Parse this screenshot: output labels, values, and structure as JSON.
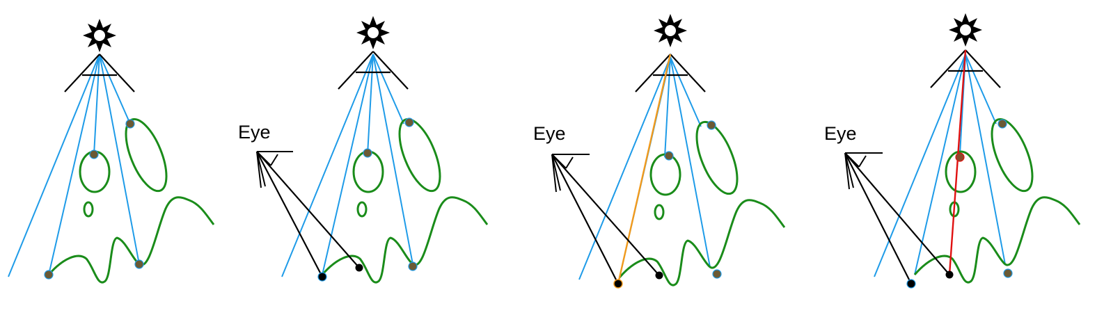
{
  "colors": {
    "light_ray": "#1e9be8",
    "scene": "#1a8c1a",
    "node": "#6b5a35",
    "eye_path": "#000000",
    "connection_orange": "#f29a1c",
    "connection_red": "#e01010"
  },
  "icons": {
    "light": "star-light-icon",
    "camera": "eye-camera-icon"
  },
  "panels": [
    {
      "id": "photon-tracing",
      "has_eye": false,
      "eye_label": "",
      "connection": "none"
    },
    {
      "id": "eye-path",
      "has_eye": true,
      "eye_label": "Eye",
      "connection": "none"
    },
    {
      "id": "connect-orange",
      "has_eye": true,
      "eye_label": "Eye",
      "connection": "orange"
    },
    {
      "id": "connect-red",
      "has_eye": true,
      "eye_label": "Eye",
      "connection": "red"
    }
  ]
}
